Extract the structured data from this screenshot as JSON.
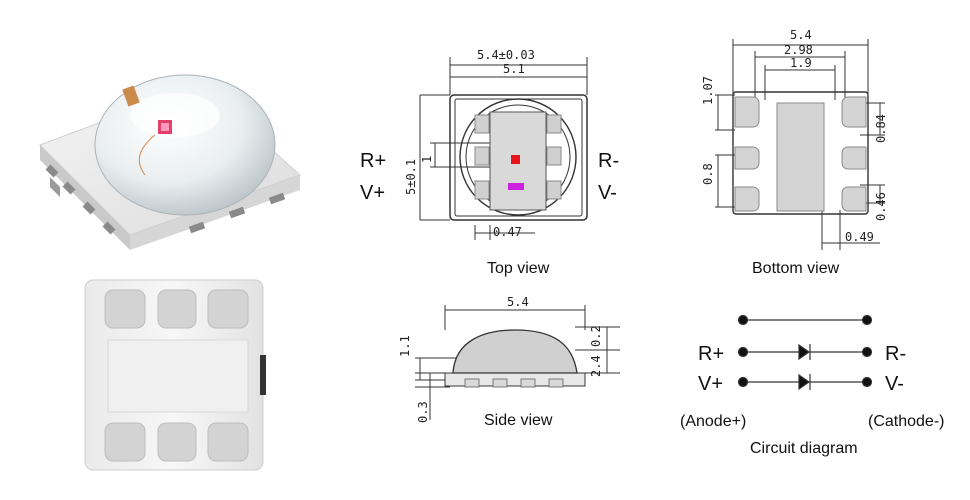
{
  "top_view": {
    "caption": "Top view",
    "dims": {
      "overall_width": "5.4±0.03",
      "inner_width": "5.1",
      "height": "5±0.1",
      "pad": "1",
      "offset": "0.47"
    },
    "pins_left": [
      "R+",
      "V+"
    ],
    "pins_right": [
      "R-",
      "V-"
    ],
    "chip_colors": {
      "red": "#e8141c",
      "purple": "#cc22dd"
    }
  },
  "bottom_view": {
    "caption": "Bottom view",
    "dims": {
      "width": "5.4",
      "pad_span": "2.98",
      "center_pad": "1.9",
      "top_pad": "1.07",
      "pad_height": "0.84",
      "pitch": "0.8",
      "gap": "0.46",
      "edge": "0.49"
    }
  },
  "side_view": {
    "caption": "Side view",
    "dims": {
      "width": "5.4",
      "dome": "1.1",
      "top": "0.2",
      "total": "2.4",
      "base": "0.3"
    }
  },
  "circuit": {
    "caption": "Circuit diagram",
    "rows": [
      {
        "left": "R+",
        "right": "R-"
      },
      {
        "left": "V+",
        "right": "V-"
      }
    ],
    "anode_label": "(Anode+)",
    "cathode_label": "(Cathode-)"
  }
}
